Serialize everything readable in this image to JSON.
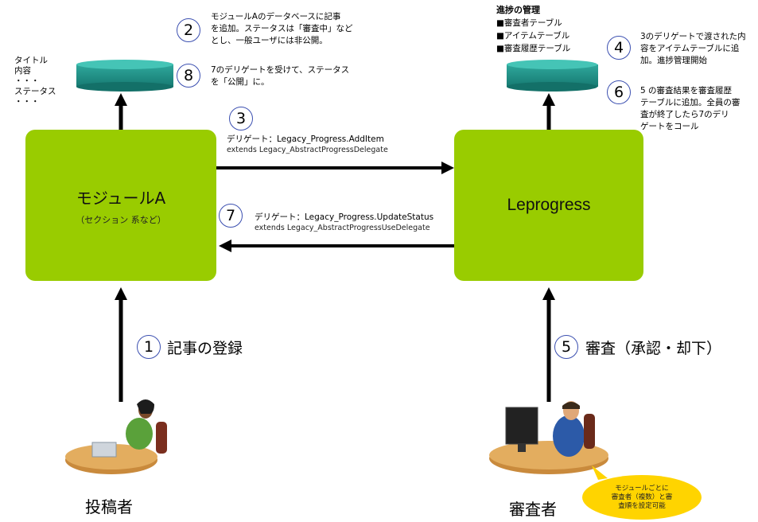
{
  "module_a": {
    "title": "モジュールA",
    "subtitle": "（セクション 系など）"
  },
  "leprogress": {
    "title": "Leprogress"
  },
  "db_fields": [
    "タイトル",
    "内容",
    "・・・",
    "ステータス",
    "・・・"
  ],
  "progress_mgmt": {
    "title": "進捗の管理",
    "items": [
      "■審査者テーブル",
      "■アイテムテーブル",
      "■審査履歴テーブル"
    ]
  },
  "steps": {
    "s1": {
      "num": "1",
      "label": "記事の登録"
    },
    "s2": {
      "num": "2",
      "lines": [
        "モジュールAのデータベースに記事",
        "を追加。ステータスは「審査中」など",
        "とし、一般ユーザには非公開。"
      ]
    },
    "s3": {
      "num": "3",
      "line1": "デリゲート：Legacy_Progress.AddItem",
      "line2": "extends Legacy_AbstractProgressDelegate"
    },
    "s4": {
      "num": "4",
      "lines": [
        "3のデリゲートで渡された内",
        "容をアイテムテーブルに追",
        "加。進捗管理開始"
      ]
    },
    "s5": {
      "num": "5",
      "label": "審査（承認・却下）"
    },
    "s6": {
      "num": "6",
      "lines": [
        "5 の審査結果を審査履歴",
        "テーブルに追加。全員の審",
        "査が終了したら7のデリ",
        "ゲートをコール"
      ]
    },
    "s7": {
      "num": "7",
      "line1": "デリゲート：Legacy_Progress.UpdateStatus",
      "line2": "extends Legacy_AbstractProgressUseDelegate"
    },
    "s8": {
      "num": "8",
      "lines": [
        "7のデリゲートを受けて、ステータス",
        "を「公開」に。"
      ]
    }
  },
  "people": {
    "poster": "投稿者",
    "reviewer": "審査者"
  },
  "bubble": {
    "lines": [
      "モジュールごとに",
      "審査者（複数）と審",
      "査順を設定可能"
    ]
  },
  "colors": {
    "box": "#99cc00",
    "db_top": "#33b3a6",
    "db_side": "#1f8f86",
    "bubble": "#ffd400",
    "circle_border": "#3b4fb0"
  }
}
